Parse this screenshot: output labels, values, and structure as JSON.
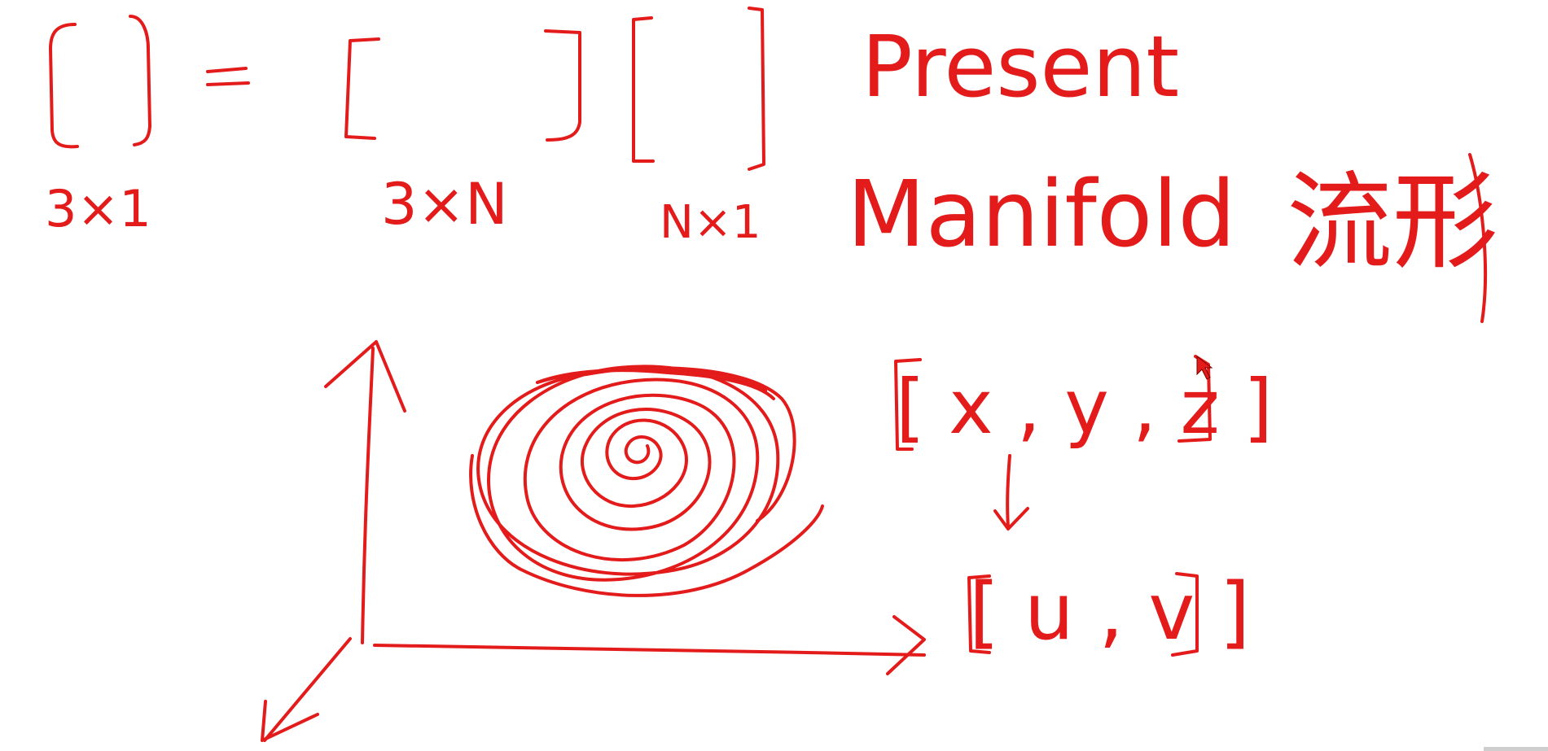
{
  "whiteboard": {
    "ink_color": "#e31b1b",
    "background_color": "#ffffff",
    "equation": {
      "lhs_dimension": "3×1",
      "matrix_dimension": "3×N",
      "vector_dimension": "N×1"
    },
    "words": {
      "present": "Present",
      "manifold": "Manifold",
      "manifold_chinese": "流形"
    },
    "coordinates": {
      "xyz": "[ x , y , z ]",
      "uv": "[ u , v ]"
    },
    "cursor_icon": "mouse-pointer-icon"
  }
}
